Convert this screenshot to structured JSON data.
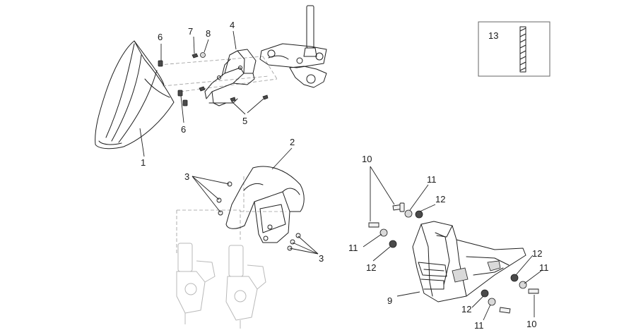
{
  "callouts": {
    "c1": "1",
    "c2": "2",
    "c3a": "3",
    "c3b": "3",
    "c4": "4",
    "c5": "5",
    "c6a": "6",
    "c6b": "6",
    "c7": "7",
    "c8": "8",
    "c9": "9",
    "c10a": "10",
    "c10b": "10",
    "c11a": "11",
    "c11b": "11",
    "c11c": "11",
    "c11d": "11",
    "c12a": "12",
    "c12b": "12",
    "c12c": "12",
    "c12d": "12",
    "c13": "13"
  },
  "colors": {
    "line": "#1e1e1e",
    "ghost": "#b9b9b9",
    "background": "#ffffff"
  }
}
